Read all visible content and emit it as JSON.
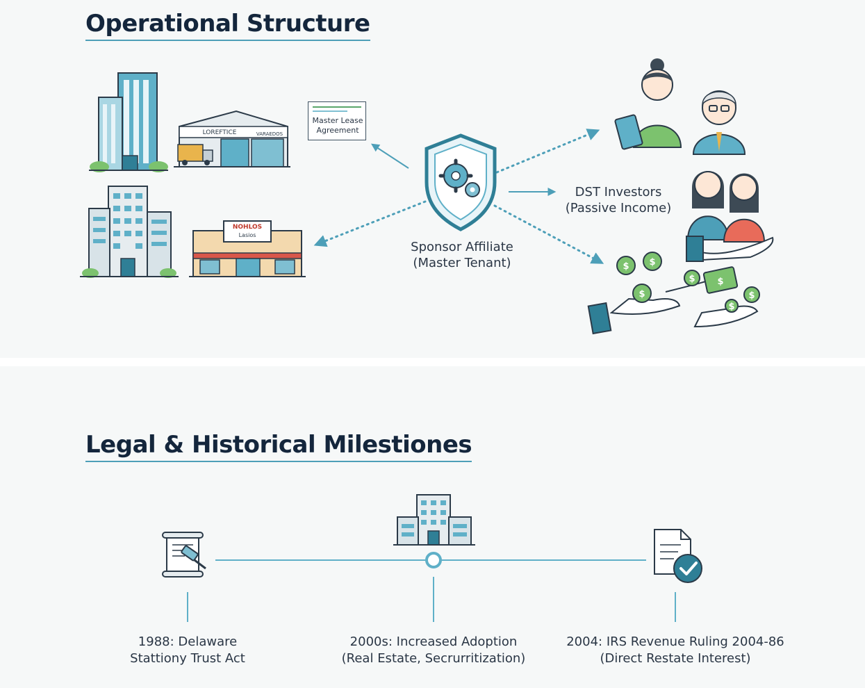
{
  "operational": {
    "title": "Operational Structure",
    "lease_doc_lines": [
      "Master Lease",
      "Agreement"
    ],
    "sponsor_lines": [
      "Sponsor Affiliate",
      "(Master Tenant)"
    ],
    "investors_lines": [
      "DST Investors",
      "(Passive Income)"
    ],
    "warehouse_sign_left": "LOREFTICE",
    "warehouse_sign_right": "VARAEDOS",
    "retail_sign_lines": [
      "NOHLOS",
      "Lasios"
    ]
  },
  "milestones": {
    "title": "Legal & Historical Milestiones",
    "items": [
      {
        "lines": [
          "1988: Delaware",
          "Stattiony Trust Act"
        ]
      },
      {
        "lines": [
          "2000s: Increased Adoption",
          "(Real Estate, Secrurritization)"
        ]
      },
      {
        "lines": [
          "2004: IRS Revenue Ruling 2004-86",
          "(Direct Restate Interest)"
        ]
      }
    ]
  },
  "colors": {
    "accent": "#4d9fb8",
    "teal_dark": "#2f7f96",
    "green": "#7cc26e",
    "outline": "#2b3a48"
  }
}
